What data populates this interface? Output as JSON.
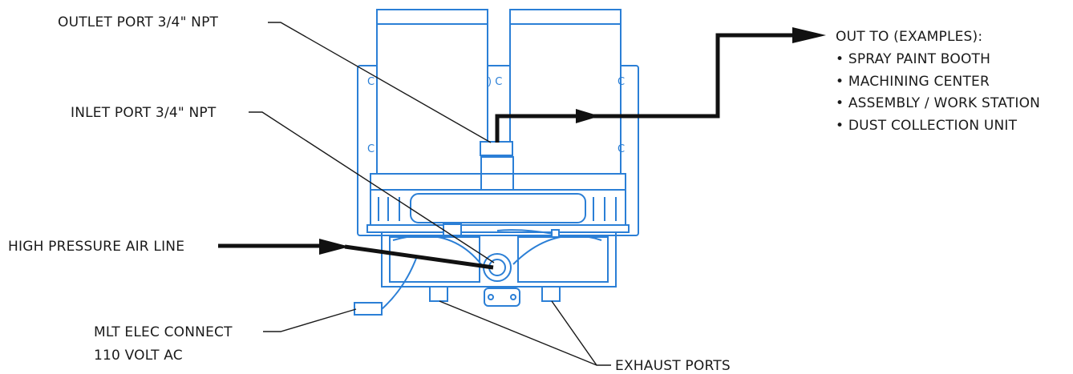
{
  "labels": {
    "outlet_port": "OUTLET PORT 3/4\" NPT",
    "inlet_port": "INLET PORT 3/4\" NPT",
    "air_line": "HIGH PRESSURE AIR LINE",
    "elec_connect_line1": "MLT ELEC CONNECT",
    "elec_connect_line2": "110 VOLT AC",
    "exhaust_ports": "EXHAUST PORTS",
    "out_to_heading": "OUT TO (EXAMPLES):"
  },
  "out_to_examples": [
    "• SPRAY PAINT BOOTH",
    "• MACHINING CENTER",
    "• ASSEMBLY / WORK STATION",
    "• DUST COLLECTION UNIT"
  ],
  "colors": {
    "device_line": "#2b7fd6",
    "callout_line": "#1a1a1a",
    "pipe": "#111111"
  }
}
